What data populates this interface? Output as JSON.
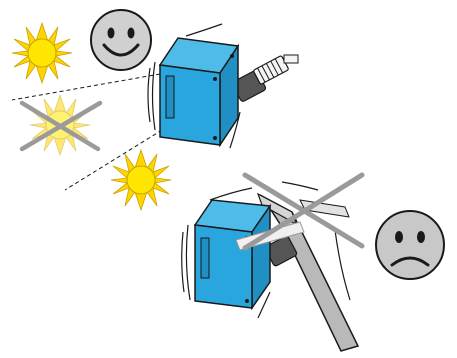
{
  "colors": {
    "sensor_face": "#2aa6de",
    "sensor_side": "#1f8fc4",
    "sensor_edge": "#1a1a1a",
    "sun_fill": "#ffe600",
    "sun_ray": "#ffd400",
    "face_fill": "#d0d0d0",
    "cross_stroke": "#9a9a9a",
    "lever_fill": "#b9b9b9",
    "background": "#ffffff"
  },
  "icons": {
    "happy_face": "smiley-happy-icon",
    "sad_face": "smiley-sad-icon",
    "sun": "sun-icon",
    "cross": "cross-out-icon",
    "sensor": "photoelectric-sensor-icon"
  },
  "panels": [
    {
      "id": "correct",
      "meaning": "good",
      "sun_count": 2,
      "crossed_sun_count": 1
    },
    {
      "id": "incorrect",
      "meaning": "bad",
      "sun_count": 0,
      "crossed_sun_count": 0
    }
  ]
}
